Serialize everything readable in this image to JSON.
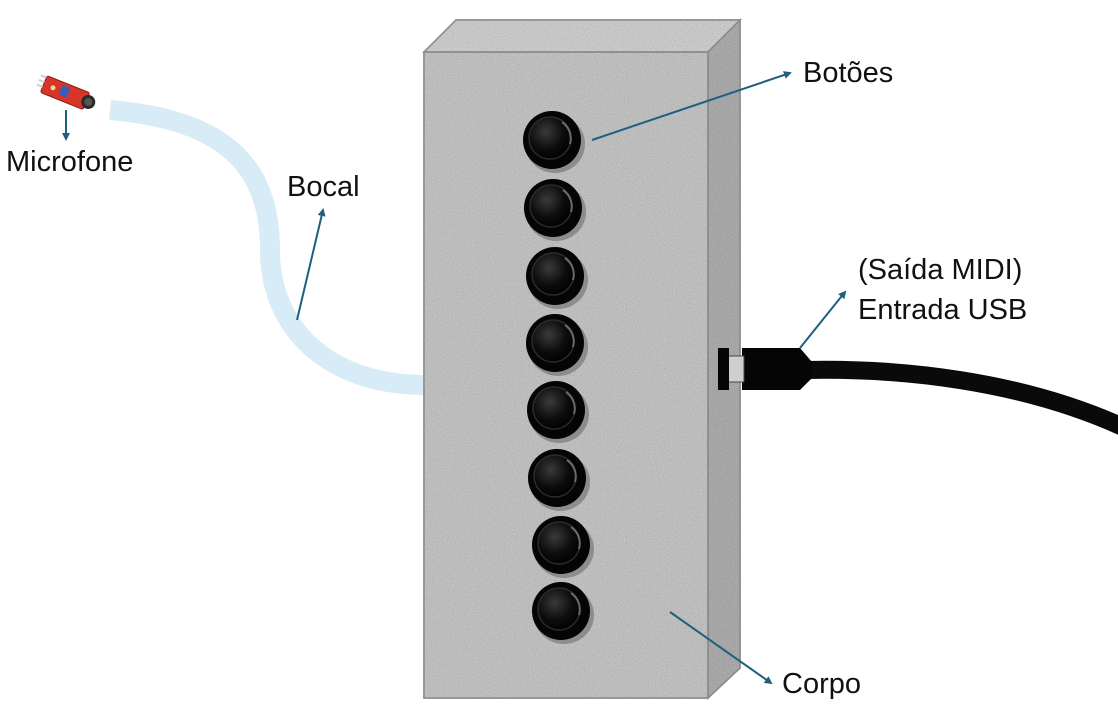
{
  "labels": {
    "microfone": "Microfone",
    "bocal": "Bocal",
    "botoes": "Botões",
    "saida_midi": "(Saída MIDI)",
    "entrada_usb": "Entrada USB",
    "corpo": "Corpo"
  },
  "colors": {
    "arrow": "#1f5f7f",
    "mouthpiece": "#d8ecf8",
    "body_light": "#cfcfcf",
    "body_dark": "#a9a9a9",
    "button": "#0a0a0a",
    "cable": "#0a0a0a",
    "sensor_board": "#d7342a"
  },
  "button_count": 8
}
